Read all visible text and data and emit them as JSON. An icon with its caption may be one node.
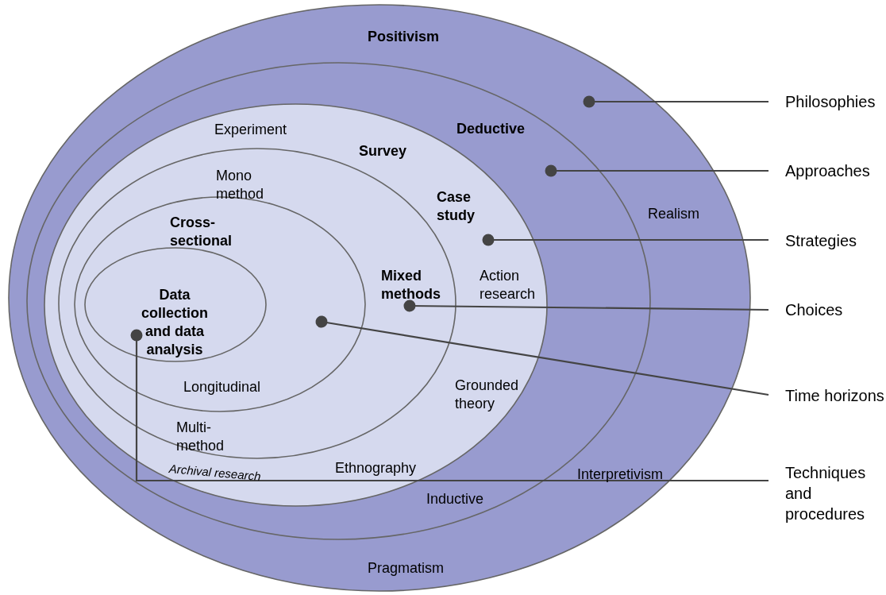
{
  "diagram": {
    "nodes": [
      {
        "text": [
          "Positivism",
          "Realism",
          "Interpretivism",
          "Pragmatism"
        ]
      },
      {
        "text": [
          "Deductive",
          "Inductive"
        ],
        "in": 0
      },
      {
        "text": [
          "Experiment",
          "Survey",
          "Case study",
          "Action research",
          "Grounded theory",
          "Ethnography",
          "Archival research"
        ],
        "in": 1
      },
      {
        "text": [
          "Mono method",
          "Mixed methods",
          "Multi-method"
        ],
        "in": 2
      },
      {
        "text": [
          "Cross-sectional",
          "Longitudinal"
        ],
        "in": 3
      },
      {
        "text": [
          "Data collection and data analysis"
        ],
        "in": 4
      },
      {
        "text": [
          "Philosophies"
        ]
      },
      {
        "text": [
          "Approaches"
        ]
      },
      {
        "text": [
          "Strategies"
        ]
      },
      {
        "text": [
          "Choices"
        ]
      },
      {
        "text": [
          "Time horizons"
        ]
      },
      {
        "text": [
          "Techniques and procedures"
        ]
      }
    ],
    "edges": [
      {
        "from": 6,
        "to": 0,
        "arrow": "other"
      },
      {
        "from": 7,
        "to": 1,
        "arrow": "other"
      },
      {
        "from": 8,
        "to": 2,
        "arrow": "other"
      },
      {
        "from": 9,
        "to": 3,
        "arrow": "other"
      },
      {
        "from": 10,
        "to": 4,
        "arrow": "other"
      },
      {
        "from": 11,
        "to": 5,
        "arrow": "other"
      }
    ]
  }
}
